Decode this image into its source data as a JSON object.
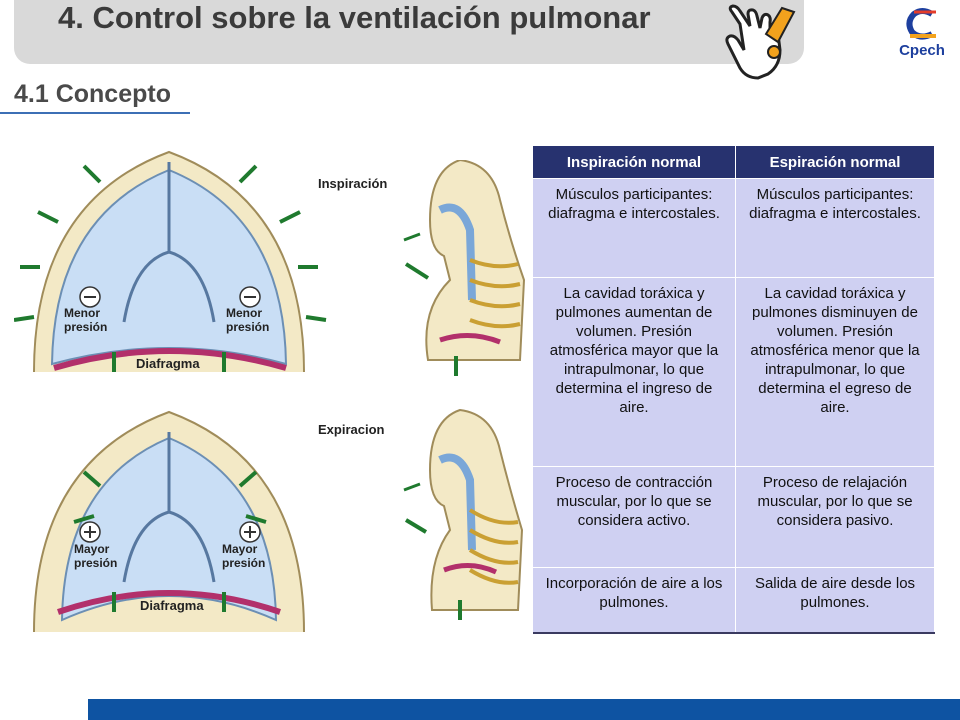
{
  "header": {
    "title": "4. Control sobre la ventilación pulmonar",
    "logo_text": "Cpech",
    "hand_icon": "pointing-hand-exclamation-icon"
  },
  "section": {
    "subtitle": "4.1 Concepto"
  },
  "figure": {
    "label_inspiracion": "Inspiración",
    "label_expiracion": "Expiracion",
    "top_left_pressure": "Menor presión",
    "top_right_pressure": "Menor presión",
    "top_diaphragm": "Diafragma",
    "bottom_left_pressure": "Mayor presión",
    "bottom_right_pressure": "Mayor presión",
    "bottom_diaphragm": "Diafragma"
  },
  "table": {
    "headers": [
      "Inspiración normal",
      "Espiración normal"
    ],
    "rows": [
      [
        "Músculos participantes: diafragma e intercostales.",
        "Músculos participantes: diafragma e intercostales."
      ],
      [
        "La cavidad toráxica y pulmones aumentan de volumen. Presión atmosférica mayor que la intrapulmonar, lo que determina el ingreso de aire.",
        "La cavidad toráxica y pulmones disminuyen de volumen. Presión atmosférica menor que la intrapulmonar, lo que determina el egreso de aire."
      ],
      [
        "Proceso de contracción muscular, por lo que se considera activo.",
        "Proceso de relajación muscular, por lo que se considera pasivo."
      ],
      [
        "Incorporación de aire a los pulmones.",
        "Salida de aire desde los pulmones."
      ]
    ]
  },
  "colors": {
    "header_bg": "#27326f",
    "cell_bg": "#cfd0f2",
    "footer_bar": "#0e53a2",
    "lung": "#c9def5",
    "arrow": "#1f7a2e"
  }
}
